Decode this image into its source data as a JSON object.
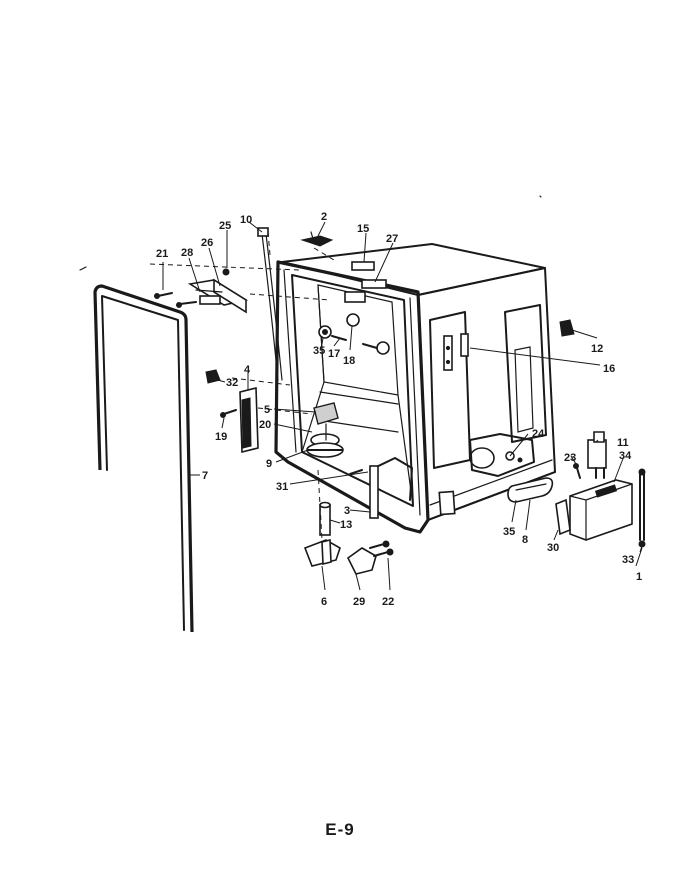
{
  "page_label": "E-9",
  "callouts": {
    "c1": "1",
    "c2": "2",
    "c3": "3",
    "c4": "4",
    "c5": "5",
    "c6": "6",
    "c7": "7",
    "c8": "8",
    "c9": "9",
    "c10": "10",
    "c11": "11",
    "c12": "12",
    "c13": "13",
    "c15": "15",
    "c16": "16",
    "c17": "17",
    "c18": "18",
    "c19": "19",
    "c20": "20",
    "c21": "21",
    "c22": "22",
    "c23": "23",
    "c24": "24",
    "c25": "25",
    "c26": "26",
    "c27": "27",
    "c28": "28",
    "c29": "29",
    "c30": "30",
    "c31": "31",
    "c32": "32",
    "c33": "33",
    "c34": "34",
    "c35a": "35",
    "c35b": "35"
  }
}
